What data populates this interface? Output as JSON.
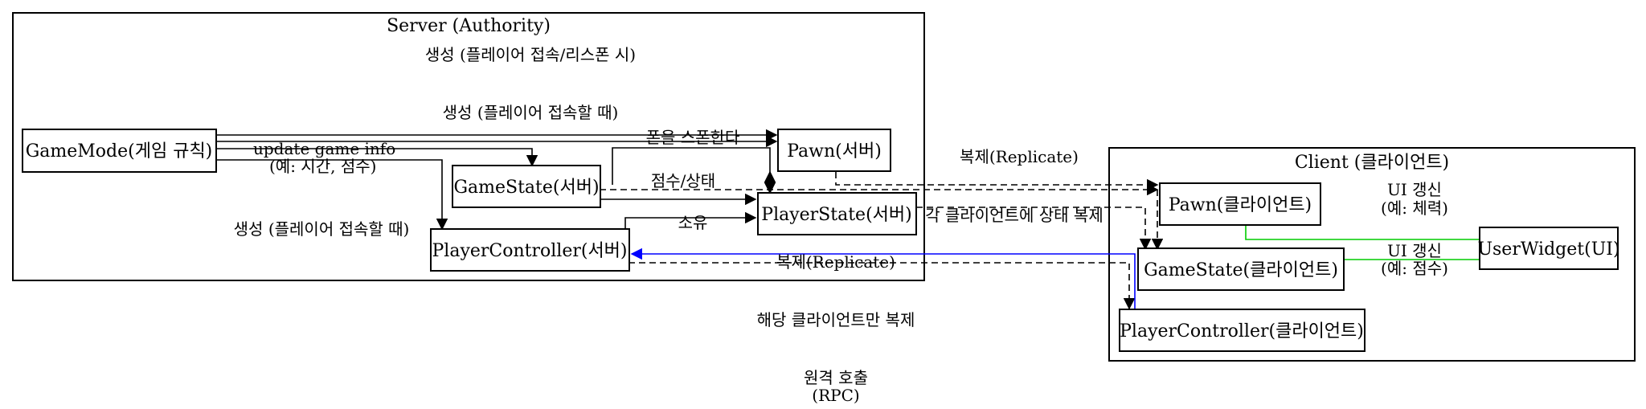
{
  "diagram": {
    "clusters": {
      "server": {
        "label": "Server (Authority)"
      },
      "client": {
        "label": "Client (클라이언트)"
      }
    },
    "nodes": {
      "gamemode": "GameMode(게임 규칙)",
      "gamestate_server": "GameState(서버)",
      "playercontroller_server": "PlayerController(서버)",
      "pawn_server": "Pawn(서버)",
      "playerstate_server": "PlayerState(서버)",
      "pawn_client": "Pawn(클라이언트)",
      "gamestate_client": "GameState(클라이언트)",
      "playercontroller_client": "PlayerController(클라이언트)",
      "userwidget": "UserWidget(UI)"
    },
    "edge_labels": {
      "server_top": "생성 (플레이어 접속/리스폰 시)",
      "server_mid": "생성 (플레이어 접속할 때)",
      "gm_pawn": "폰을 스폰한다",
      "gm_gs_line1": "update game info",
      "gm_gs_line2": "(예: 시간, 점수)",
      "server_left": "생성 (플레이어 접속할 때)",
      "gs_ps": "점수/상태",
      "pc_ps": "소유",
      "replicate_top": "복제(Replicate)",
      "ps_client": "각 클라이언트에 상태 복제",
      "replicate_pc": "복제(Replicate)",
      "ui_pawn_line1": "UI 갱신",
      "ui_pawn_line2": "(예: 체력)",
      "ui_gs_line1": "UI 갱신",
      "ui_gs_line2": "(예: 점수)",
      "client_server": "해당 클라이언트만 복제",
      "rpc_line1": "원격 호출",
      "rpc_line2": "(RPC)"
    }
  }
}
